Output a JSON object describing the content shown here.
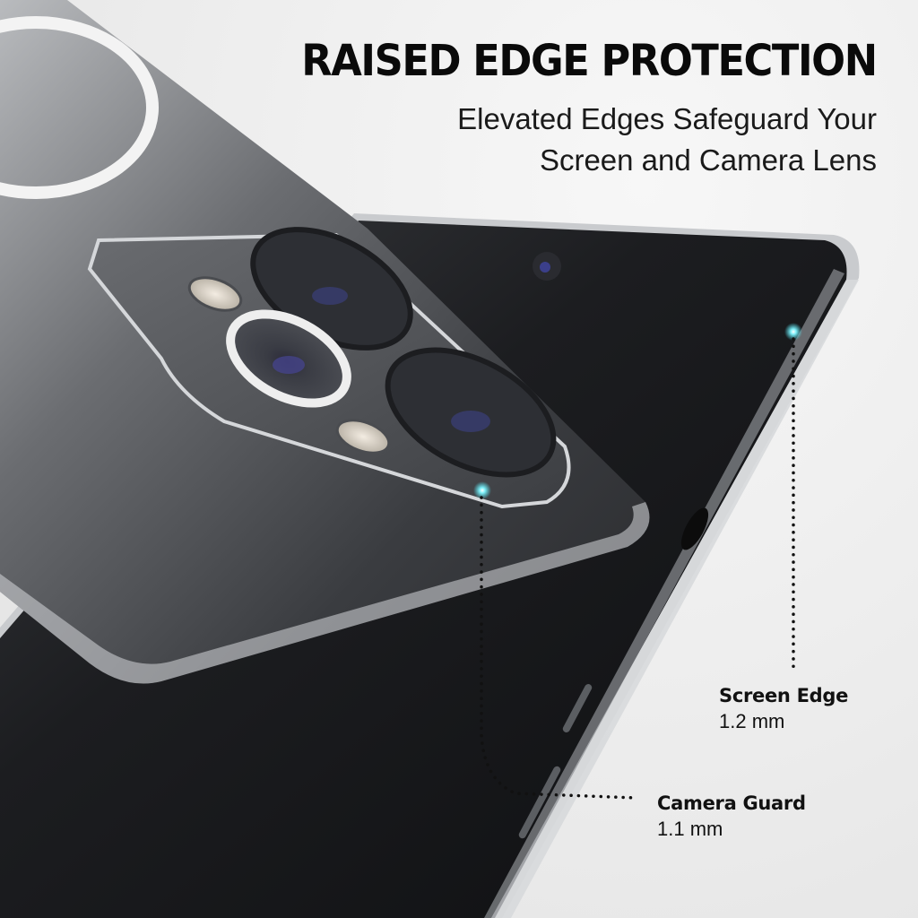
{
  "headline": "RAISED EDGE PROTECTION",
  "subheadline": {
    "line1": "Elevated Edges Safeguard Your",
    "line2": "Screen and Camera Lens"
  },
  "callouts": [
    {
      "title": "Screen Edge",
      "value": "1.2 mm",
      "marker_color": "#4fe3f0"
    },
    {
      "title": "Camera Guard",
      "value": "1.1 mm",
      "marker_color": "#4fe3f0"
    }
  ],
  "colors": {
    "background": "#ececec",
    "text": "#0a0a0a",
    "highlight_glow": "#4fe3f0",
    "phone_body": "#2a2c30",
    "screen": "#141518"
  }
}
